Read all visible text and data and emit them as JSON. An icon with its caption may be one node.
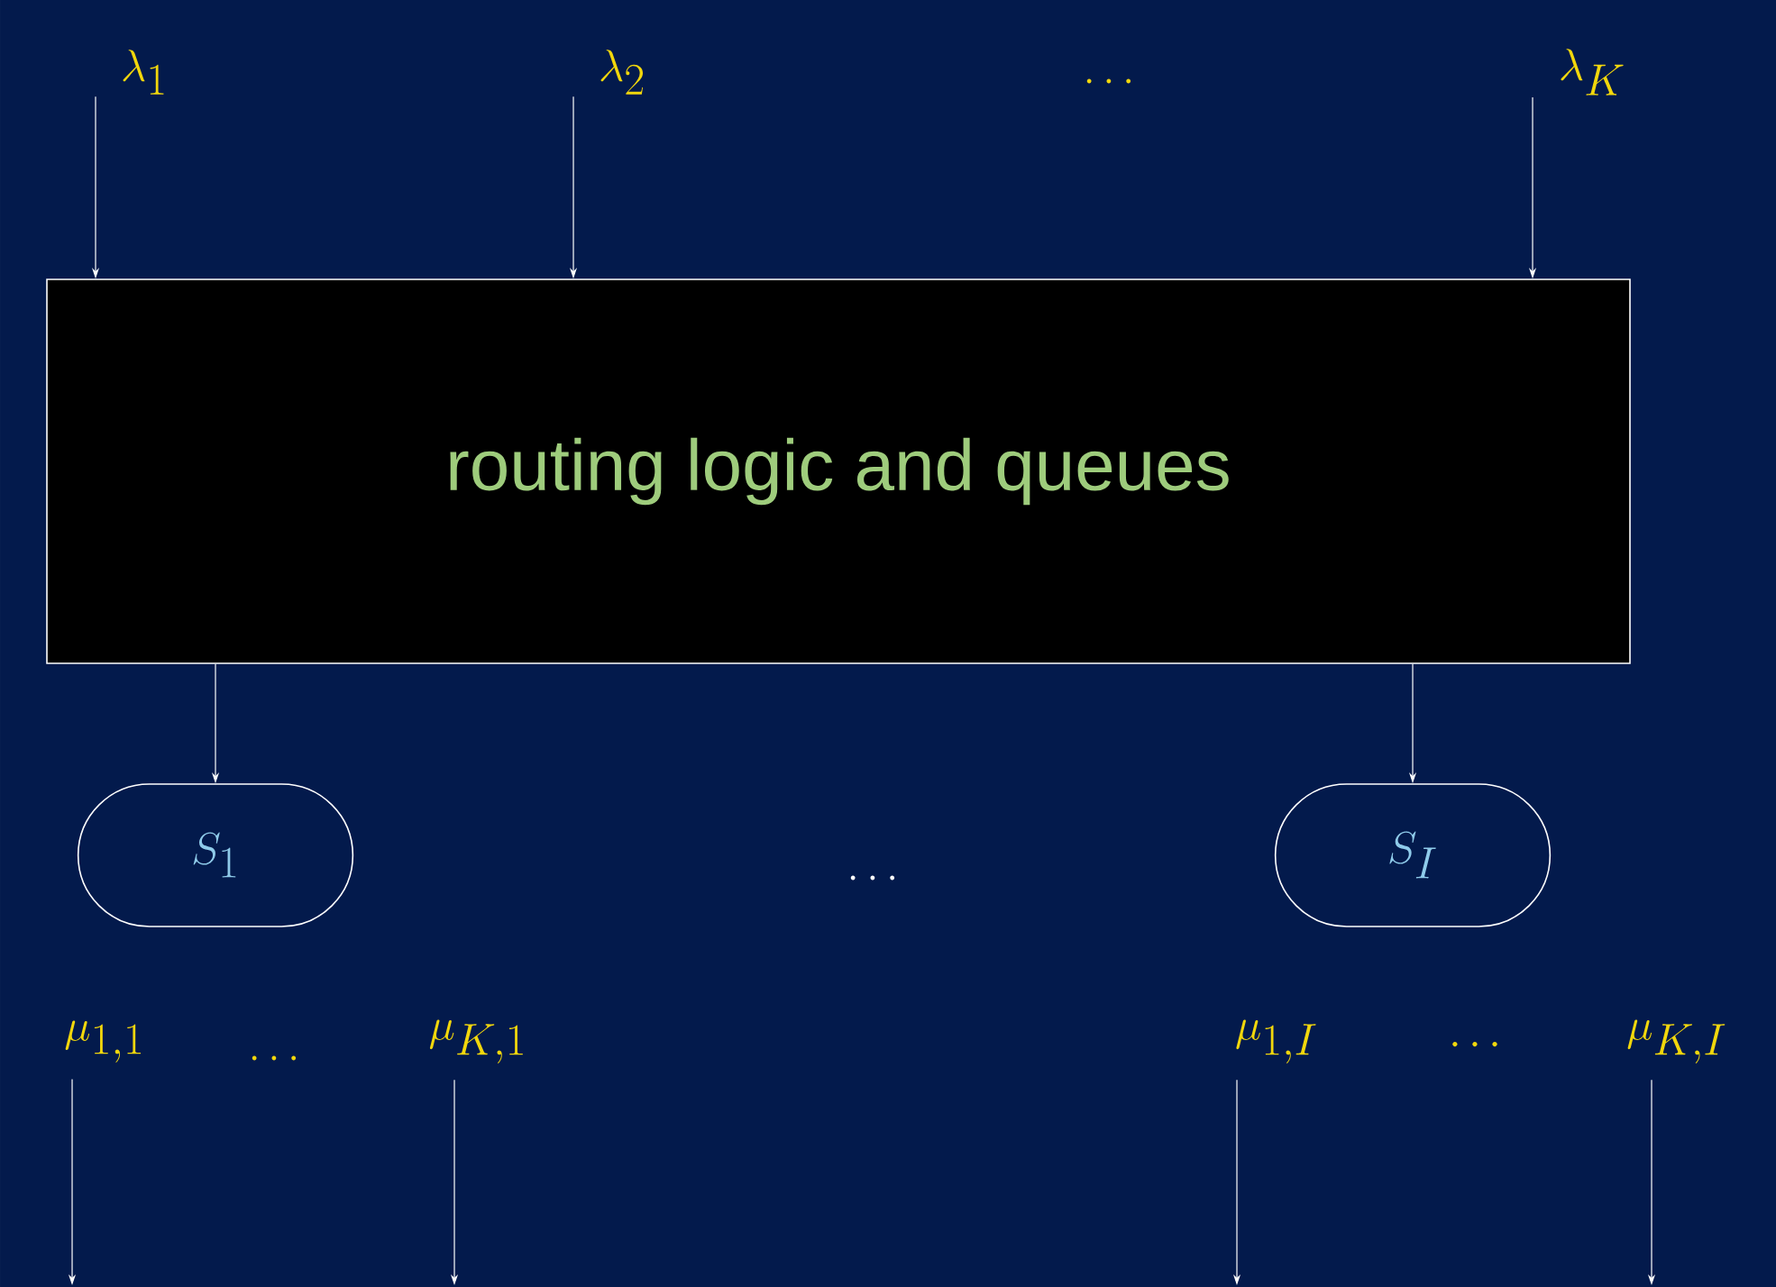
{
  "diagram": {
    "nodes": [
      {
        "text": [
          "\\lambda_1"
        ]
      },
      {
        "text": [
          "\\lambda_2"
        ]
      },
      {
        "text": [
          "\\lambda_K"
        ]
      },
      {
        "text": [
          "routing logic and queues"
        ]
      },
      {
        "text": [
          "S_1"
        ]
      },
      {
        "text": [
          "S_I"
        ]
      },
      {
        "text": [
          "\\mu_{1,1}"
        ]
      },
      {
        "text": [
          "\\mu_{K,1}"
        ]
      },
      {
        "text": [
          "\\mu_{1,I}"
        ]
      },
      {
        "text": [
          "\\mu_{K,I}"
        ]
      }
    ],
    "edges": [
      {
        "from": 0,
        "to": 3,
        "arrow": "to"
      },
      {
        "from": 1,
        "to": 3,
        "arrow": "to"
      },
      {
        "from": 2,
        "to": 3,
        "arrow": "to"
      },
      {
        "from": 3,
        "to": 4,
        "arrow": "to"
      },
      {
        "from": 3,
        "to": 5,
        "arrow": "to"
      },
      {
        "from": 6,
        "to": null,
        "arrow": "to"
      },
      {
        "from": 7,
        "to": null,
        "arrow": "to"
      },
      {
        "from": 8,
        "to": null,
        "arrow": "to"
      },
      {
        "from": 9,
        "to": null,
        "arrow": "to"
      }
    ],
    "labels": [
      "\\dots",
      "\\dots",
      "\\dots",
      "\\cdots"
    ]
  }
}
